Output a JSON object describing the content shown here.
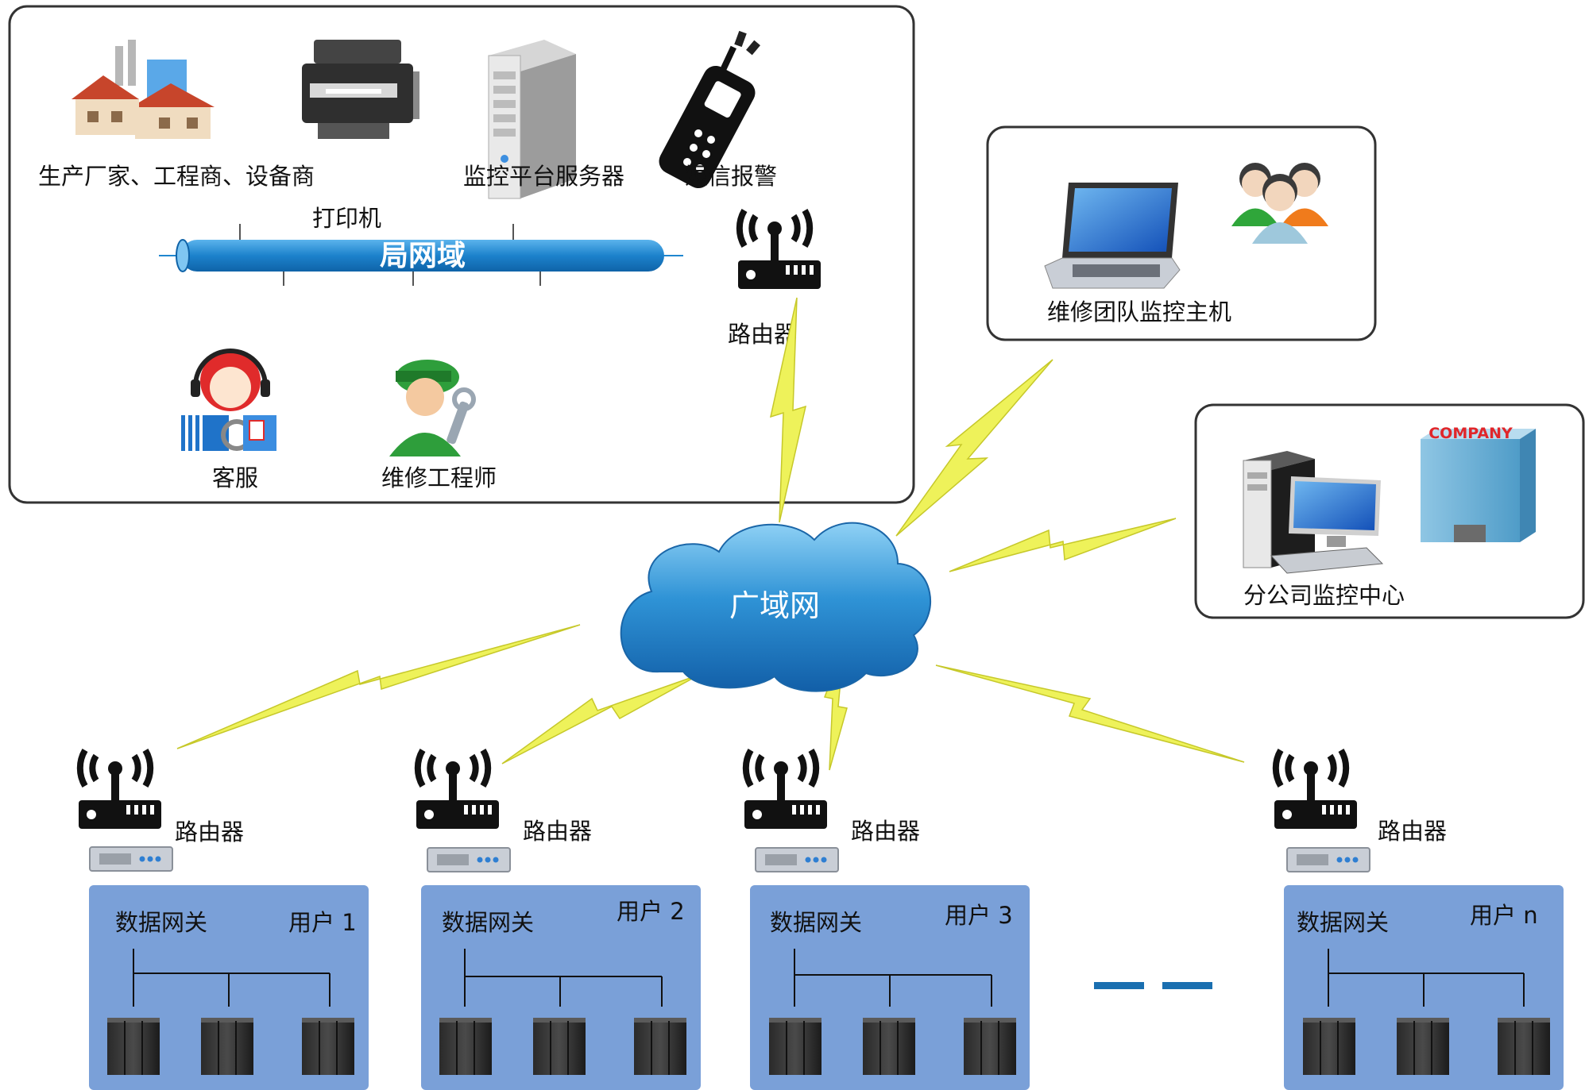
{
  "top_panel": {
    "label_manufacturers": "生产厂家、工程商、设备商",
    "label_monitor_server": "监控平台服务器",
    "label_sms_alarm": "短信报警",
    "label_printer": "打印机",
    "label_lan": "局网域",
    "label_router": "路由器",
    "label_customer_service": "客服",
    "label_maintenance_engineer": "维修工程师"
  },
  "maintenance_panel": {
    "label": "维修团队监控主机"
  },
  "branch_panel": {
    "label": "分公司监控中心",
    "building_sign": "COMPANY"
  },
  "cloud": {
    "label": "广域网"
  },
  "sites": [
    {
      "router_label": "路由器",
      "gateway_label": "数据网关",
      "user_label": "用户 1"
    },
    {
      "router_label": "路由器",
      "gateway_label": "数据网关",
      "user_label": "用户 2"
    },
    {
      "router_label": "路由器",
      "gateway_label": "数据网关",
      "user_label": "用户 3"
    },
    {
      "router_label": "路由器",
      "gateway_label": "数据网关",
      "user_label": "用户 n"
    }
  ],
  "colors": {
    "panel_border": "#333333",
    "site_box": "#7aa0d8",
    "lan_bar": "#1f86cf",
    "cloud": "#2a8ad0",
    "lightning": "#eef25a",
    "dash": "#1a6fb0"
  }
}
